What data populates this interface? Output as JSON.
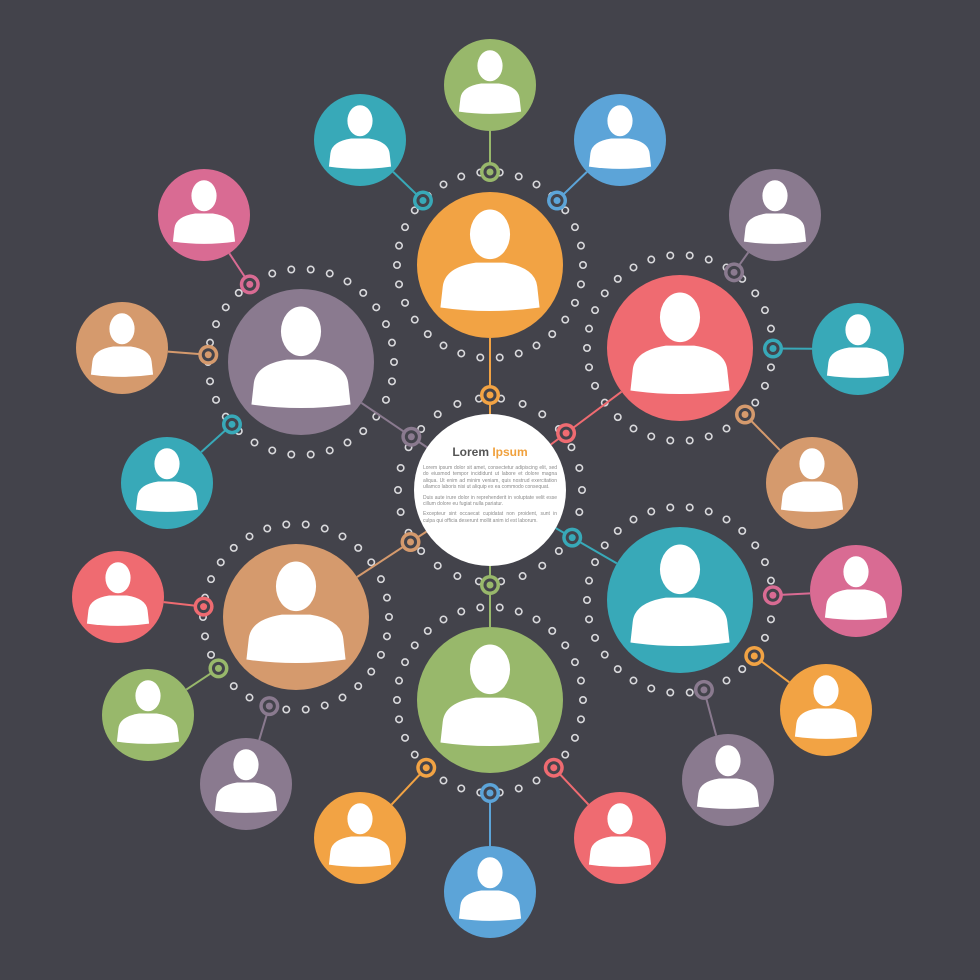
{
  "center": {
    "title_main": "Lorem",
    "title_highlight": "Ipsum",
    "paragraphs": [
      "Lorem ipsum dolor sit amet, consectetur adipiscing elit, sed do eiusmod tempor incididunt ut labore et dolore magna aliqua. Ut enim ad minim veniam, quis nostrud exercitation ullamco laboris nisi ut aliquip ex ea commodo consequat.",
      "Duis aute irure dolor in reprehenderit in voluptate velit esse cillum dolore eu fugiat nulla pariatur.",
      "Excepteur sint occaecat cupidatat non proident, sunt in culpa qui officia deserunt mollit anim id est laborum."
    ]
  },
  "colors": {
    "background": "#43434b",
    "dots": "#d9d9dc",
    "orange": "#f2a344",
    "red": "#ef6b71",
    "teal": "#38a9b8",
    "green": "#98b86b",
    "brown": "#d59a6d",
    "purple": "#8a7a8f",
    "blue": "#5ca4d8",
    "pink": "#d96b93"
  },
  "hubs": [
    {
      "name": "hub-top",
      "color": "orange"
    },
    {
      "name": "hub-upper-right",
      "color": "red"
    },
    {
      "name": "hub-lower-right",
      "color": "teal"
    },
    {
      "name": "hub-bottom",
      "color": "green"
    },
    {
      "name": "hub-lower-left",
      "color": "brown"
    },
    {
      "name": "hub-upper-left",
      "color": "purple"
    }
  ],
  "satellites": [
    {
      "hub": 0,
      "color": "green"
    },
    {
      "hub": 0,
      "color": "teal"
    },
    {
      "hub": 0,
      "color": "blue"
    },
    {
      "hub": 1,
      "color": "purple"
    },
    {
      "hub": 1,
      "color": "teal"
    },
    {
      "hub": 1,
      "color": "brown"
    },
    {
      "hub": 2,
      "color": "pink"
    },
    {
      "hub": 2,
      "color": "orange"
    },
    {
      "hub": 2,
      "color": "purple"
    },
    {
      "hub": 3,
      "color": "blue"
    },
    {
      "hub": 3,
      "color": "orange"
    },
    {
      "hub": 3,
      "color": "red"
    },
    {
      "hub": 4,
      "color": "red"
    },
    {
      "hub": 4,
      "color": "green"
    },
    {
      "hub": 4,
      "color": "purple"
    },
    {
      "hub": 5,
      "color": "pink"
    },
    {
      "hub": 5,
      "color": "brown"
    },
    {
      "hub": 5,
      "color": "teal"
    }
  ],
  "icon": "person-icon"
}
